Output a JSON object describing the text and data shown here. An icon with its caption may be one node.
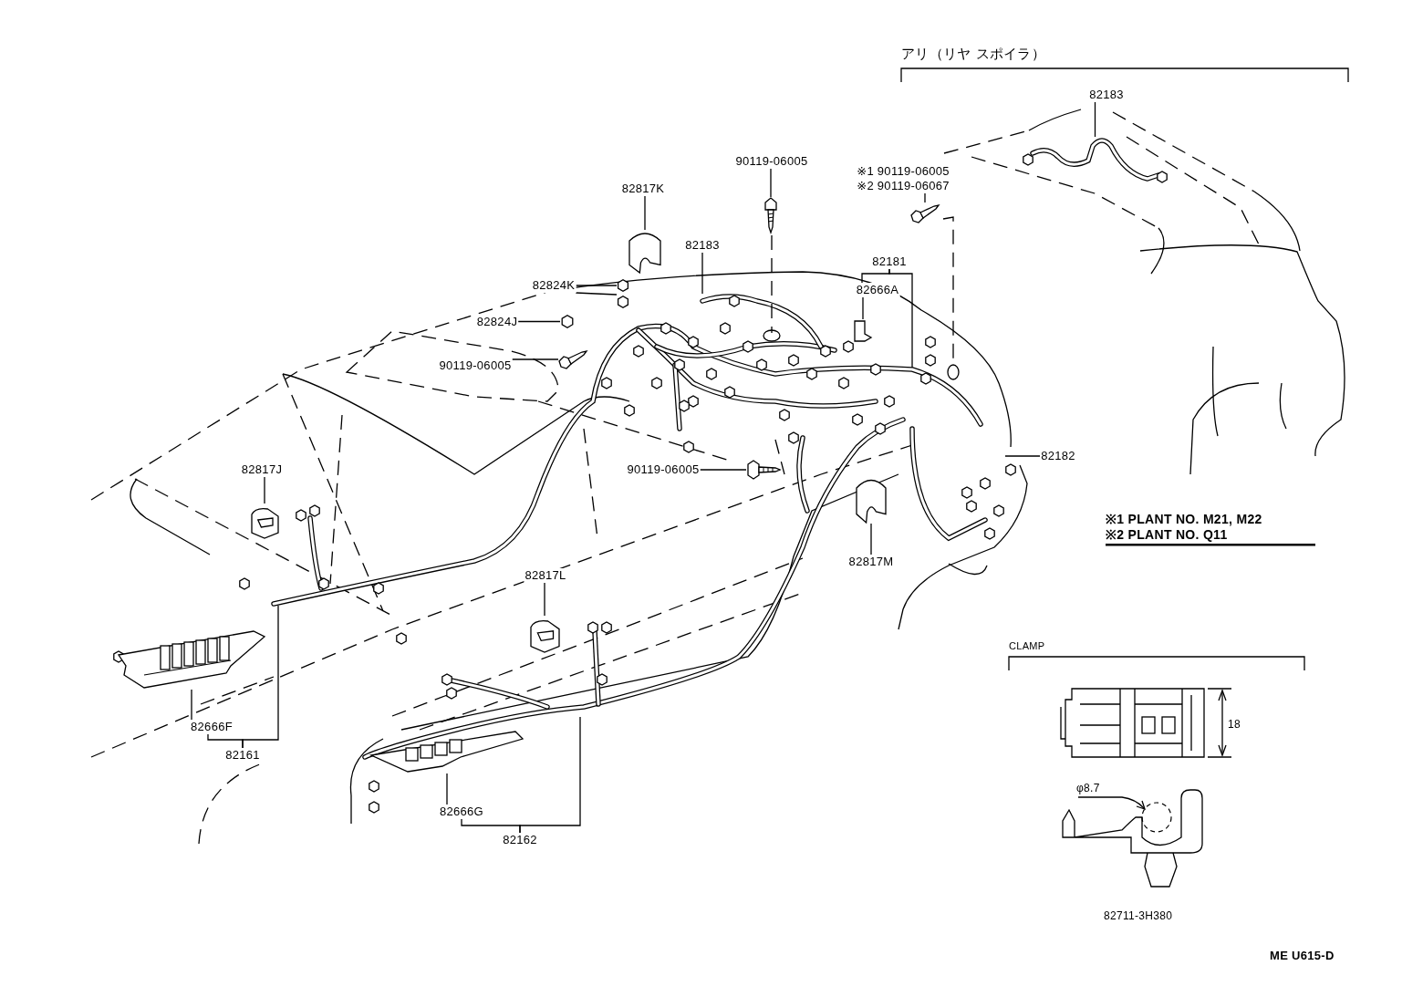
{
  "diagram": {
    "nodes": [
      {
        "text": [
          "82817K"
        ]
      },
      {
        "text": [],
        "shape": "picture"
      },
      {
        "text": [
          "82183"
        ]
      },
      {
        "text": [
          "90119-06005"
        ]
      },
      {
        "text": [],
        "shape": "picture"
      },
      {
        "text": [
          "※1 90119-06005",
          "※2 90119-06067"
        ]
      },
      {
        "text": [],
        "shape": "picture"
      },
      {
        "text": [
          "82181"
        ]
      },
      {
        "text": [
          "82666A"
        ]
      },
      {
        "text": [],
        "shape": "picture"
      },
      {
        "text": [
          "82824K"
        ]
      },
      {
        "text": [],
        "shape": "hexagon"
      },
      {
        "text": [],
        "shape": "hexagon"
      },
      {
        "text": [
          "82824J"
        ]
      },
      {
        "text": [],
        "shape": "hexagon"
      },
      {
        "text": [
          "90119-06005"
        ]
      },
      {
        "text": [],
        "shape": "picture"
      },
      {
        "text": [
          "82182"
        ]
      },
      {
        "text": [
          "90119-06005"
        ]
      },
      {
        "text": [],
        "shape": "picture"
      },
      {
        "text": [
          "82817M"
        ]
      },
      {
        "text": [],
        "shape": "picture"
      },
      {
        "text": [
          "82817J"
        ]
      },
      {
        "text": [],
        "shape": "picture"
      },
      {
        "text": [
          "82817L"
        ]
      },
      {
        "text": [],
        "shape": "picture"
      },
      {
        "text": [
          "82666F"
        ]
      },
      {
        "text": [],
        "shape": "picture"
      },
      {
        "text": [
          "82161"
        ]
      },
      {
        "text": [
          "82666G"
        ]
      },
      {
        "text": [],
        "shape": "picture"
      },
      {
        "text": [
          "82162"
        ]
      },
      {
        "text": [
          "82183"
        ]
      },
      {
        "text": [],
        "shape": "picture"
      }
    ],
    "edges": [
      {
        "from": 0,
        "to": 1,
        "arrow": "none"
      },
      {
        "from": 2,
        "to": null,
        "arrow": "none"
      },
      {
        "from": 3,
        "to": 4,
        "arrow": "none"
      },
      {
        "from": 5,
        "to": 6,
        "arrow": "none"
      },
      {
        "from": 7,
        "to": 8,
        "arrow": "none"
      },
      {
        "from": 7,
        "to": null,
        "arrow": "none"
      },
      {
        "from": 8,
        "to": 9,
        "arrow": "none"
      },
      {
        "from": 10,
        "to": 11,
        "arrow": "none"
      },
      {
        "from": 10,
        "to": 12,
        "arrow": "none"
      },
      {
        "from": 13,
        "to": 14,
        "arrow": "none"
      },
      {
        "from": 15,
        "to": 16,
        "arrow": "none"
      },
      {
        "from": 17,
        "to": null,
        "arrow": "none"
      },
      {
        "from": 18,
        "to": 19,
        "arrow": "none"
      },
      {
        "from": 20,
        "to": 21,
        "arrow": "none"
      },
      {
        "from": 22,
        "to": 23,
        "arrow": "none"
      },
      {
        "from": 24,
        "to": 25,
        "arrow": "none"
      },
      {
        "from": 26,
        "to": 27,
        "arrow": "none"
      },
      {
        "from": 28,
        "to": 26,
        "arrow": "none"
      },
      {
        "from": 28,
        "to": null,
        "arrow": "none"
      },
      {
        "from": 29,
        "to": 30,
        "arrow": "none"
      },
      {
        "from": 31,
        "to": 29,
        "arrow": "none"
      },
      {
        "from": 31,
        "to": null,
        "arrow": "none"
      },
      {
        "from": 32,
        "to": 33,
        "arrow": "none"
      }
    ],
    "labels": [
      "アリ（リヤ スポイラ）",
      "※1 PLANT NO. M21, M22",
      "※2 PLANT NO. Q11",
      "CLAMP",
      "18",
      "φ8.7",
      "82711-3H380",
      "ME U615-D"
    ]
  }
}
